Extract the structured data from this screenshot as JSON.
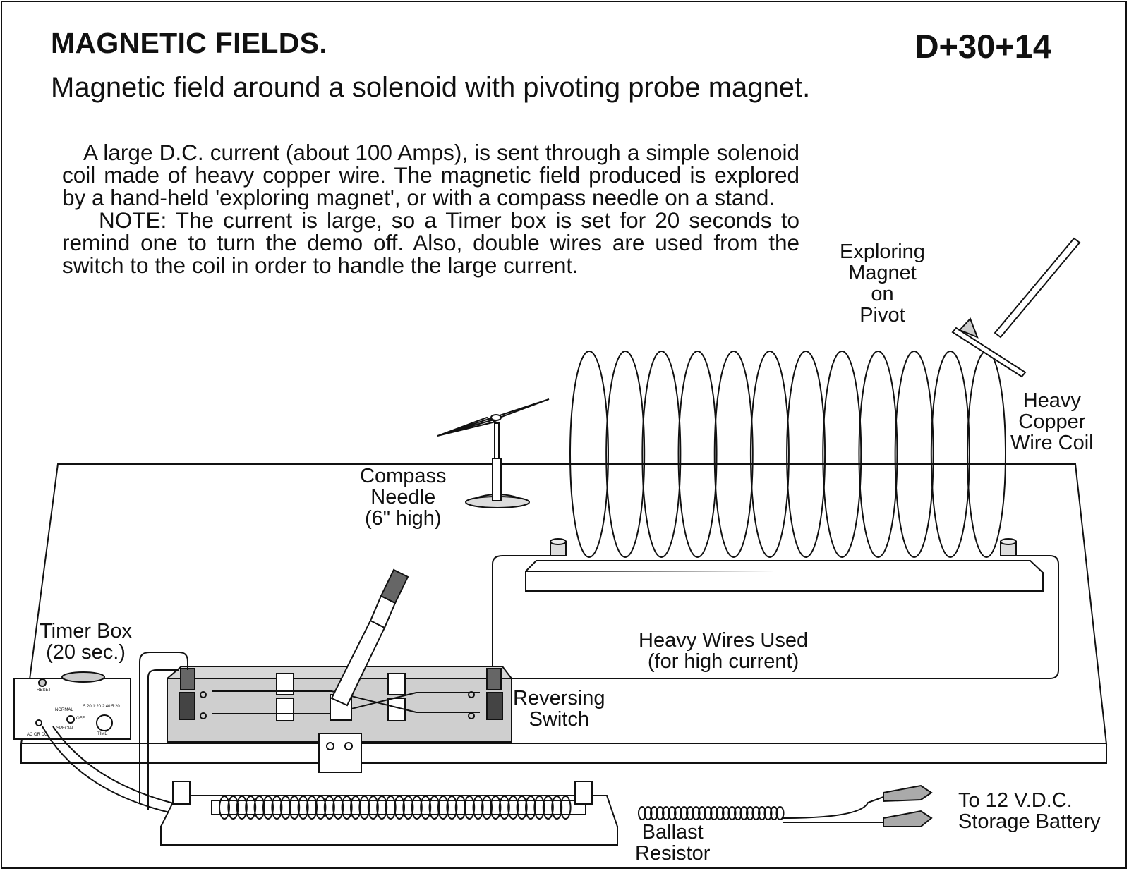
{
  "header": {
    "title": "MAGNETIC FIELDS.",
    "code": "D+30+14",
    "subtitle": "Magnetic field around a solenoid with pivoting probe magnet."
  },
  "description": {
    "paragraph1": "A large D.C. current (about 100 Amps), is sent through a simple solenoid coil made of heavy copper wire.  The magnetic field produced is explored  by a hand-held 'exploring magnet', or with a compass needle on a stand.",
    "paragraph2": "NOTE:  The current is large, so a Timer box is set for 20 seconds to remind one to turn the demo off.  Also, double wires are used from the switch to the coil in order to handle the large current."
  },
  "labels": {
    "exploring_magnet": "Exploring\nMagnet\non\nPivot",
    "copper_coil": "Heavy\nCopper\nWire Coil",
    "compass_needle": "Compass\nNeedle\n(6\" high)",
    "timer_box": "Timer Box\n(20 sec.)",
    "heavy_wires": "Heavy Wires Used\n(for high current)",
    "reversing_switch": "Reversing\nSwitch",
    "ballast_resistor": "Ballast\nResistor",
    "battery": "To 12 V.D.C.\nStorage Battery"
  },
  "timer_panel": {
    "reset": "RESET",
    "normal": "NORMAL",
    "off": "OFF",
    "special": "SPECIAL",
    "time": "TIME",
    "ac_dc": "AC OR DC",
    "dial_marks": "5   20  1:20 2:40  5:20"
  }
}
